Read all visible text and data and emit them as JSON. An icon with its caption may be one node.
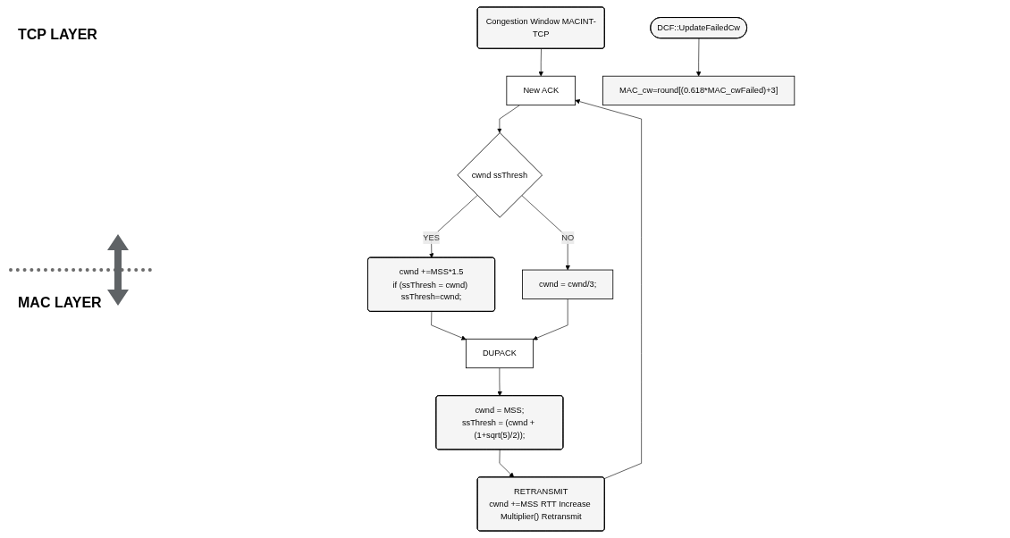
{
  "diagram": {
    "nodes": [
      {
        "text": [
          "Congestion Window MACINT-TCP"
        ]
      },
      {
        "text": [
          "New ACK"
        ]
      },
      {
        "text": [
          "cwnd ssThresh"
        ]
      },
      {
        "text": [
          "cwnd +=MSS*1.5",
          "if (ssThresh = cwnd) ssThresh=cwnd;"
        ]
      },
      {
        "text": [
          "cwnd = cwnd/3;"
        ]
      },
      {
        "text": [
          "DUPACK"
        ]
      },
      {
        "text": [
          "cwnd = MSS;",
          "ssThresh = (cwnd + (1+sqrt(5)/2));"
        ]
      },
      {
        "text": [
          "RETRANSMIT",
          "cwnd +=MSS RTT Increase Multiplier() Retransmit"
        ]
      },
      {
        "text": [
          "DCF::UpdateFailedCw"
        ]
      },
      {
        "text": [
          "MAC_cw=round[(0.618*MAC_cwFailed)+3]"
        ]
      }
    ],
    "edges": [
      {
        "from": 0,
        "to": 1,
        "arrow": "to"
      },
      {
        "from": 1,
        "to": 2,
        "arrow": "to"
      },
      {
        "from": 2,
        "to": 3,
        "arrow": "to",
        "label": "YES"
      },
      {
        "from": 2,
        "to": 4,
        "arrow": "to",
        "label": "NO"
      },
      {
        "from": 3,
        "to": 5,
        "arrow": "to"
      },
      {
        "from": 4,
        "to": 5,
        "arrow": "to"
      },
      {
        "from": 5,
        "to": 6,
        "arrow": "to"
      },
      {
        "from": 6,
        "to": 7,
        "arrow": "to"
      },
      {
        "from": 7,
        "to": 1,
        "arrow": "to"
      },
      {
        "from": 8,
        "to": 9,
        "arrow": "to"
      }
    ],
    "labels": [
      "TCP LAYER",
      "MAC LAYER"
    ]
  }
}
